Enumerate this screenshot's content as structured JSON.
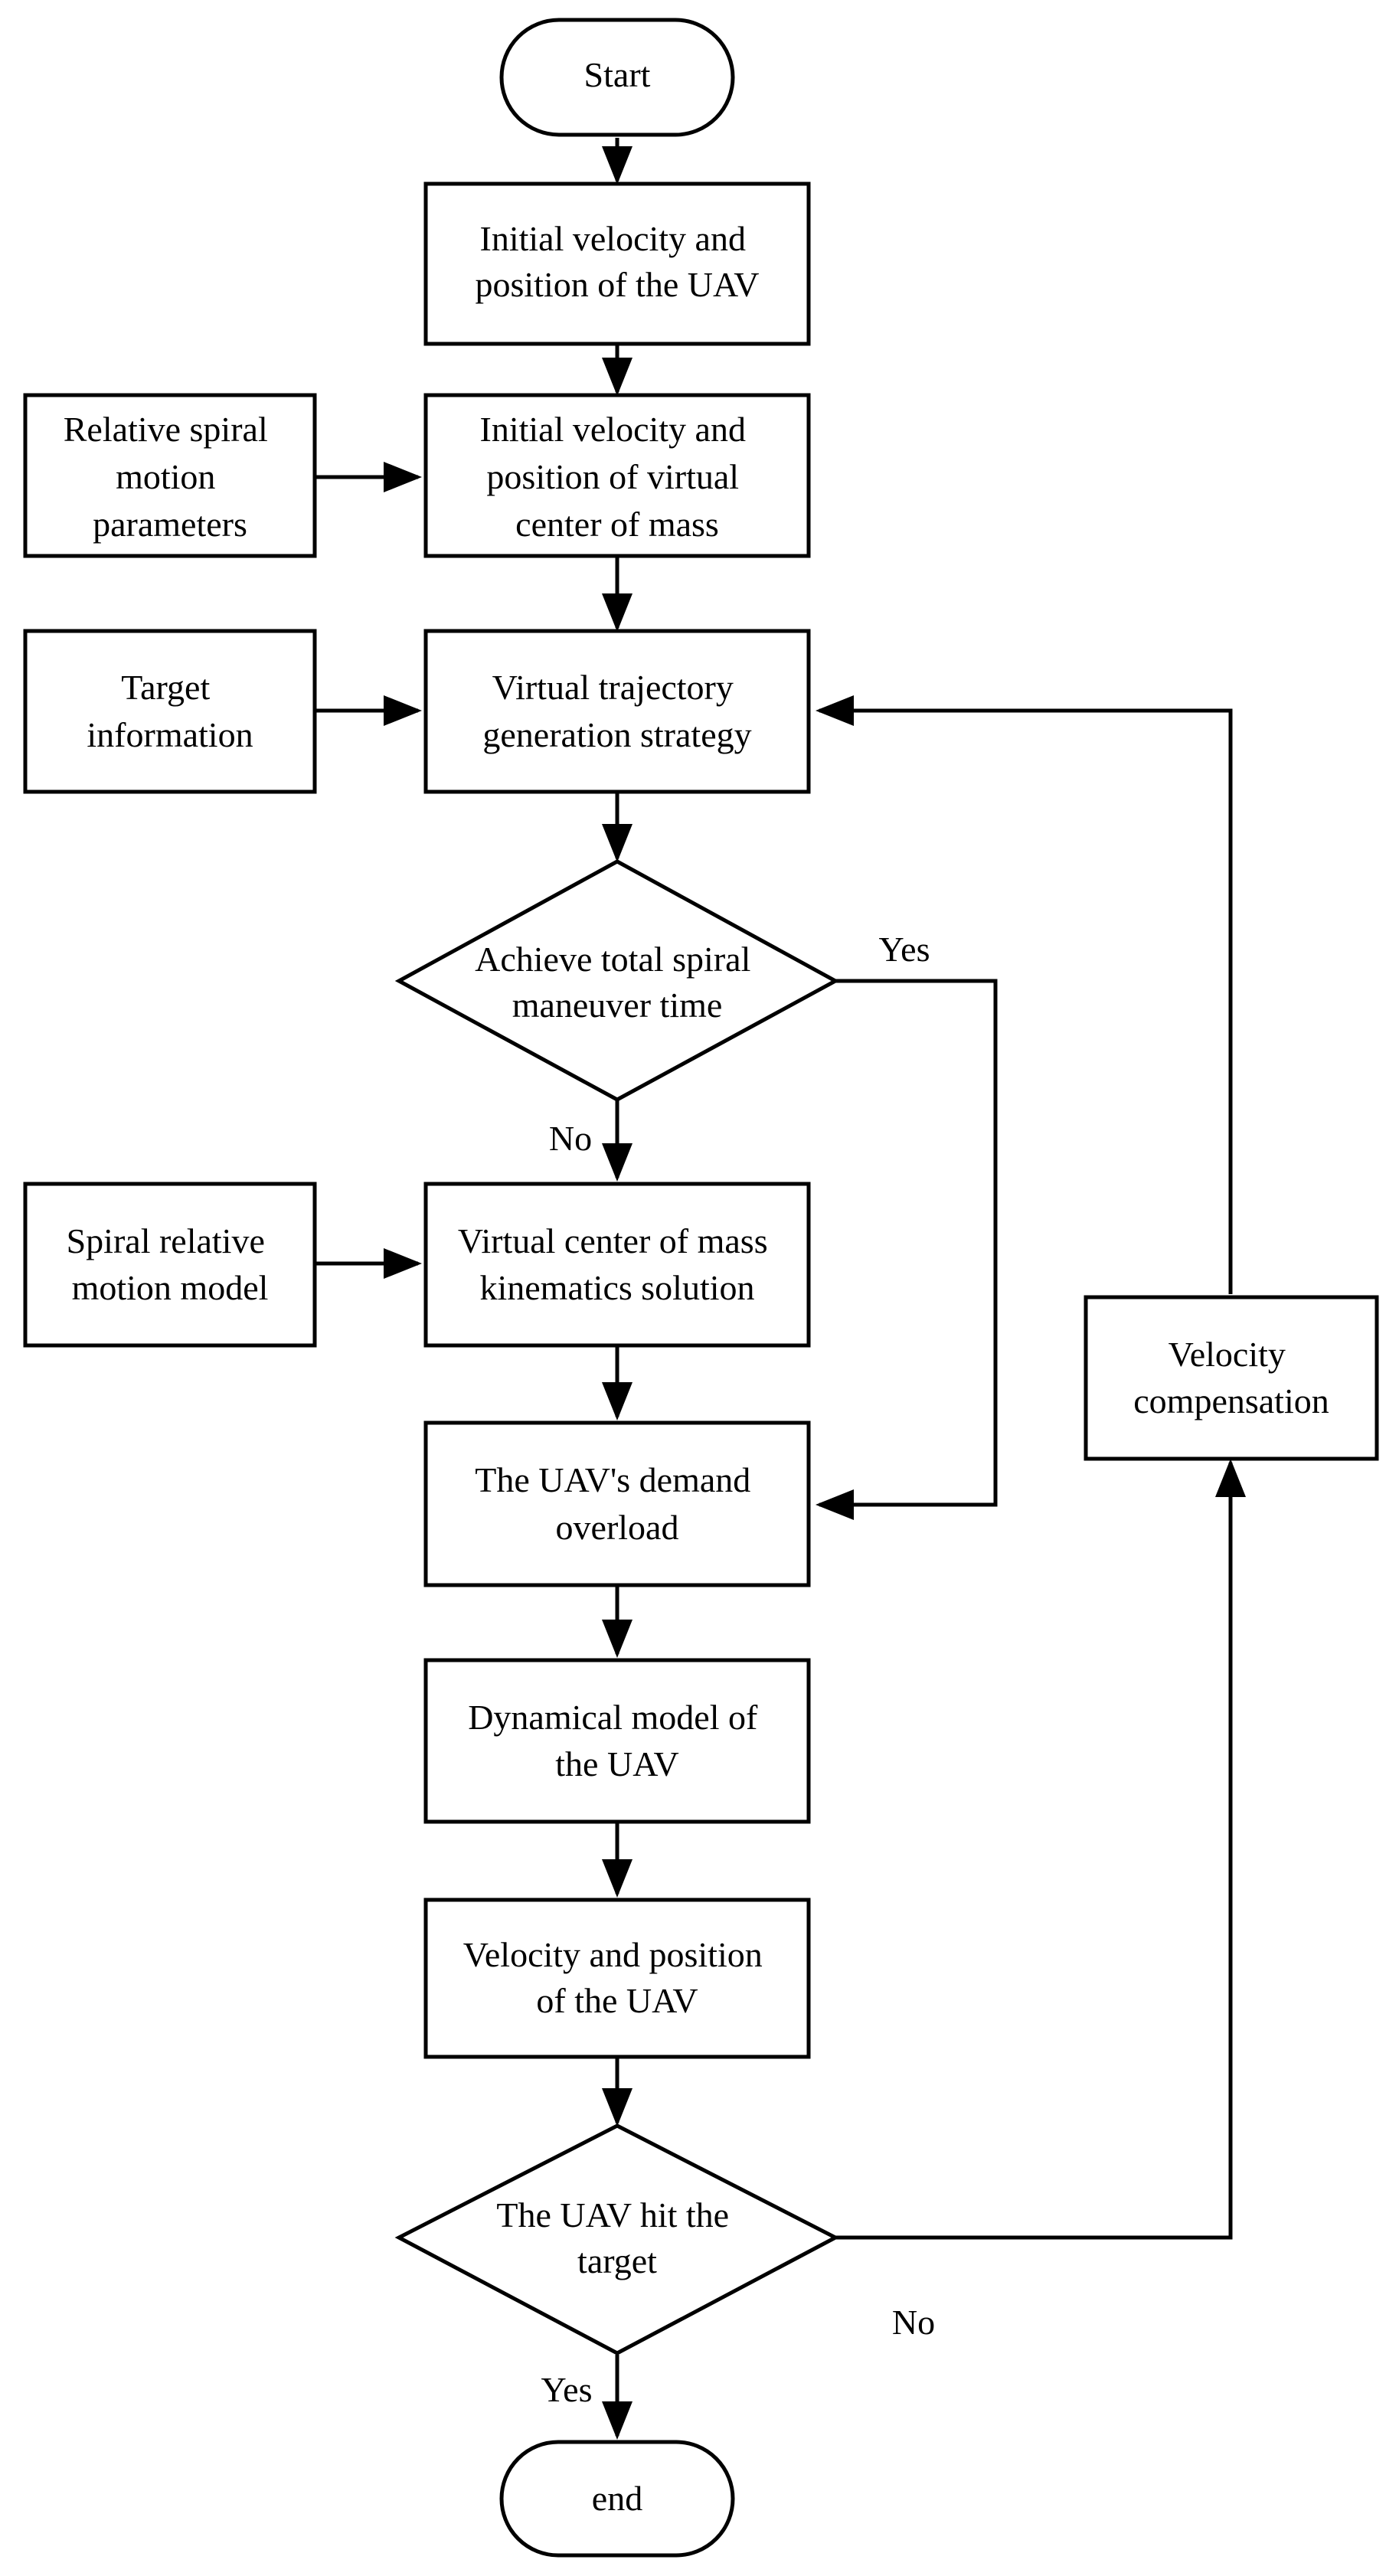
{
  "nodes": {
    "start": "Start",
    "init_uav": [
      "Initial velocity and",
      "position of the UAV"
    ],
    "spiral_params": [
      "Relative spiral",
      "motion",
      "parameters"
    ],
    "init_virtual": [
      "Initial velocity and",
      "position of virtual",
      "center of mass"
    ],
    "target_info": [
      "Target",
      "information"
    ],
    "virtual_traj": [
      "Virtual trajectory",
      "generation strategy"
    ],
    "achieve_time": [
      "Achieve total spiral",
      "maneuver time"
    ],
    "spiral_model": [
      "Spiral relative",
      "motion model"
    ],
    "kinematics": [
      "Virtual center of mass",
      "kinematics solution"
    ],
    "demand_overload": [
      "The UAV's demand",
      "overload"
    ],
    "dynamical_model": [
      "Dynamical model of",
      "the UAV"
    ],
    "vel_pos": [
      "Velocity and position",
      "of the UAV"
    ],
    "hit_target": [
      "The UAV hit the",
      "target"
    ],
    "velocity_comp": [
      "Velocity",
      "compensation"
    ],
    "end": "end"
  },
  "edge_labels": {
    "achieve_yes": "Yes",
    "achieve_no": "No",
    "hit_no": "No",
    "hit_yes": "Yes"
  }
}
